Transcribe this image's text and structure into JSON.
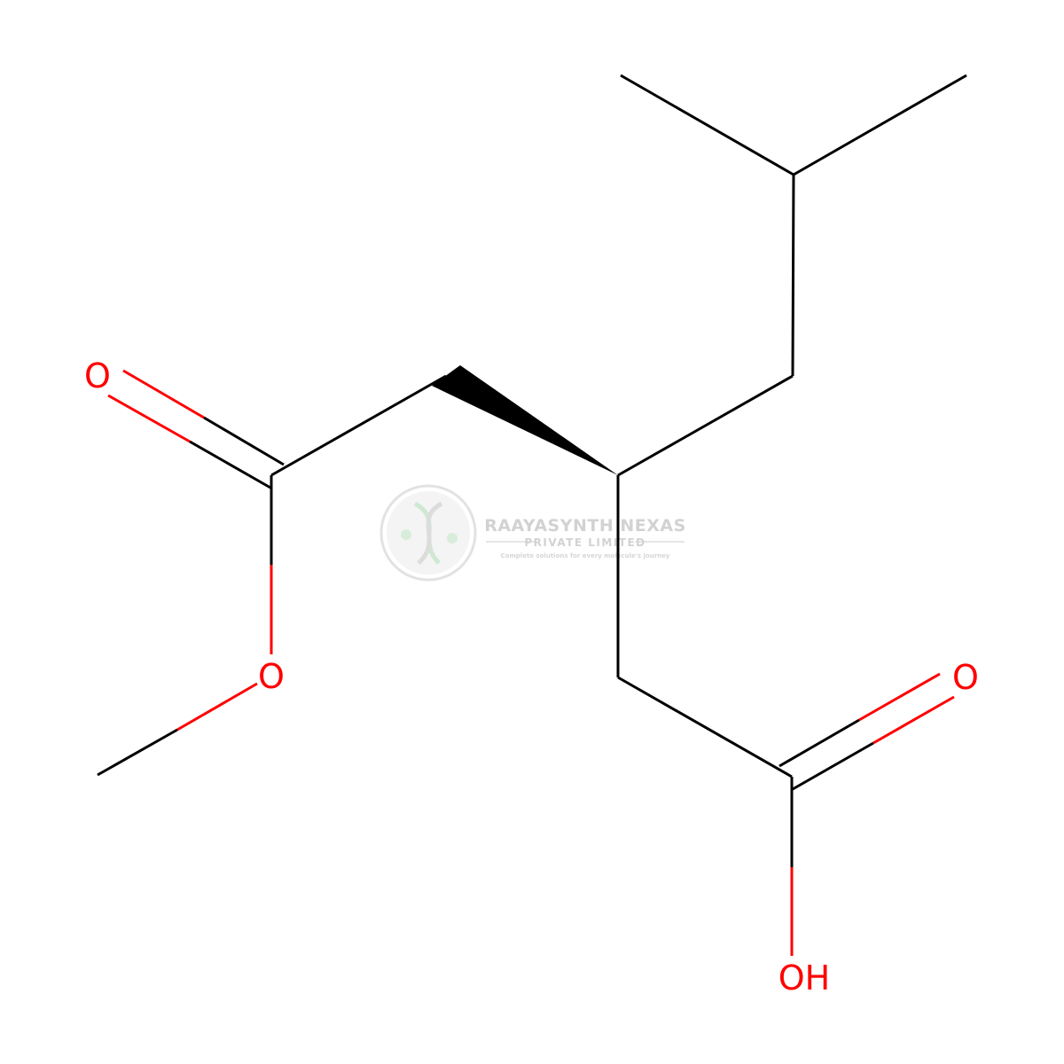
{
  "molecule": {
    "atoms": {
      "o_ester_carbonyl": "O",
      "o_ester_ether": "O",
      "o_acid_carbonyl": "O",
      "o_acid_hydroxyl": "OH"
    },
    "colors": {
      "bond": "#000000",
      "heteroatom_oxygen": "#ff0000",
      "background": "#ffffff"
    }
  },
  "watermark": {
    "company_name": "RAAYASYNTH NEXAS",
    "company_type": "PRIVATE LIMITED",
    "tagline": "Complete solutions for every molecule's journey",
    "colors": {
      "text": "#d2d2d2",
      "logo_ring": "#e0e0e0",
      "logo_accent": "#cfe8d2"
    }
  }
}
